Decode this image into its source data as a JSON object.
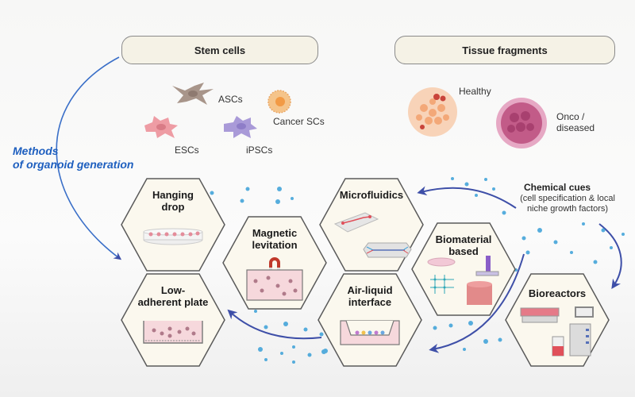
{
  "headers": {
    "stem_cells": "Stem cells",
    "tissue_fragments": "Tissue fragments"
  },
  "cells": {
    "ascs": "ASCs",
    "escs": "ESCs",
    "ipscs": "iPSCs",
    "cancer_scs": "Cancer SCs"
  },
  "tissues": {
    "healthy": "Healthy",
    "onco_line1": "Onco /",
    "onco_line2": "diseased"
  },
  "methods_label": {
    "line1": "Methods",
    "line2": "of organoid generation"
  },
  "chemical_cues": {
    "title": "Chemical cues",
    "line1": "(cell specification & local",
    "line2": "niche growth factors)"
  },
  "methods": [
    {
      "id": "hanging-drop",
      "line1": "Hanging",
      "line2": "drop"
    },
    {
      "id": "magnetic-levitation",
      "line1": "Magnetic",
      "line2": "levitation"
    },
    {
      "id": "microfluidics",
      "line1": "Microfluidics",
      "line2": ""
    },
    {
      "id": "biomaterial-based",
      "line1": "Biomaterial",
      "line2": "based"
    },
    {
      "id": "low-adherent-plate",
      "line1": "Low-",
      "line2": "adherent plate"
    },
    {
      "id": "air-liquid-interface",
      "line1": "Air-liquid",
      "line2": "interface"
    },
    {
      "id": "bioreactors",
      "line1": "Bioreactors",
      "line2": ""
    }
  ],
  "colors": {
    "accent_blue": "#1e5fbf",
    "arrow": "#3e4fa8",
    "hex_fill": "#fbf8ee",
    "hex_stroke": "#5a5a5a",
    "dot": "#3aa0d8"
  }
}
